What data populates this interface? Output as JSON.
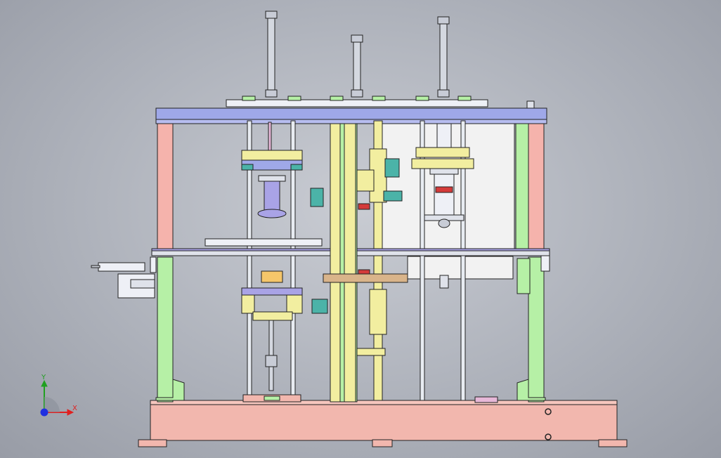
{
  "viewport": {
    "name": "3d-cad-viewport",
    "background_top": "#c9ccd3",
    "background_bottom": "#989ca6"
  },
  "triad": {
    "x_label": "X",
    "y_label": "Y",
    "x_color": "#e02020",
    "y_color": "#20a020",
    "z_color": "#2030e0"
  },
  "model": {
    "colors": {
      "base": "#f2b7ae",
      "top_plate": "#9fa8e8",
      "pillar_pink": "#f5b3ac",
      "pillar_green": "#b6f0a6",
      "slide_yellow": "#f2eea0",
      "guide_rod": "#e8ecf2",
      "cylinder_gray": "#c8ccd6",
      "back_panel": "#f1f1f1",
      "purple": "#a9a3e6",
      "red_accent": "#d43a3a",
      "teal": "#4bb3a8"
    }
  }
}
